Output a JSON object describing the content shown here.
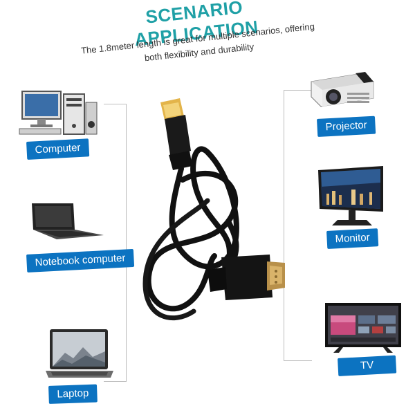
{
  "title": "SCENARIO APPLICATION",
  "subtitle": {
    "line1": "The 1.8meter length is great for multiple scenarios, offering",
    "line2": "both flexibility and durability"
  },
  "labels": {
    "computer": "Computer",
    "notebook": "Notebook computer",
    "laptop": "Laptop",
    "projector": "Projector",
    "monitor": "Monitor",
    "tv": "TV"
  },
  "colors": {
    "title": "#1fa0a6",
    "label_bg": "#0c73c1",
    "label_text": "#ffffff",
    "bracket": "#bdbdbd"
  },
  "icons": [
    "desktop-computer-icon",
    "notebook-computer-icon",
    "laptop-icon",
    "projector-icon",
    "monitor-icon",
    "tv-icon",
    "displayport-to-vga-cable-image"
  ]
}
